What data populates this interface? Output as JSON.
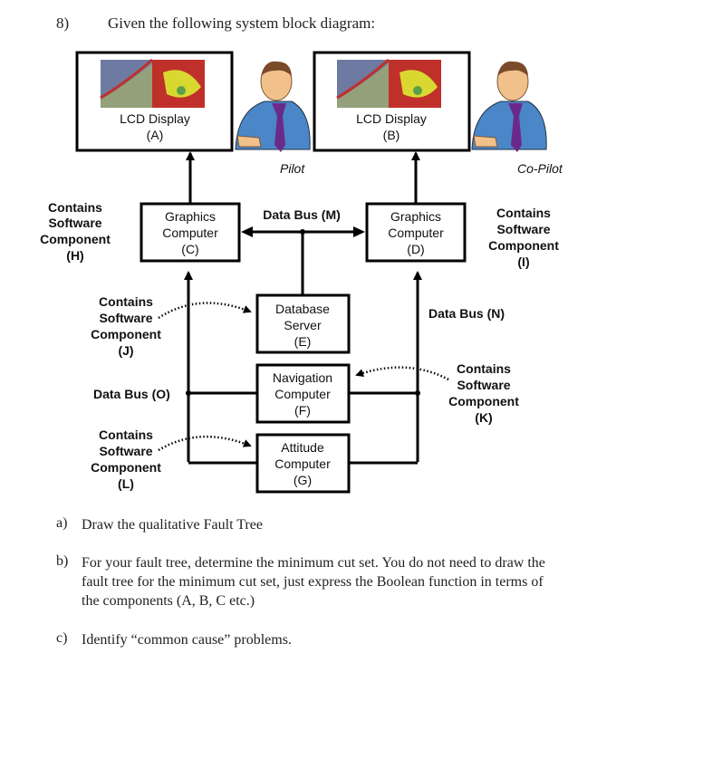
{
  "question": {
    "number": "8)",
    "title": "Given the following system block diagram:"
  },
  "diagram": {
    "lcd_a": [
      "LCD Display",
      "(A)"
    ],
    "lcd_b": [
      "LCD Display",
      "(B)"
    ],
    "pilot": "Pilot",
    "copilot": "Co-Pilot",
    "graphics_c": [
      "Graphics",
      "Computer",
      "(C)"
    ],
    "graphics_d": [
      "Graphics",
      "Computer",
      "(D)"
    ],
    "bus_m": "Data Bus (M)",
    "bus_n": "Data Bus (N)",
    "bus_o": "Data Bus (O)",
    "database_e": [
      "Database",
      "Server",
      "(E)"
    ],
    "navigation_f": [
      "Navigation",
      "Computer",
      "(F)"
    ],
    "attitude_g": [
      "Attitude",
      "Computer",
      "(G)"
    ],
    "sw_h": [
      "Contains",
      "Software",
      "Component",
      "(H)"
    ],
    "sw_i": [
      "Contains",
      "Software",
      "Component",
      "(I)"
    ],
    "sw_j": [
      "Contains",
      "Software",
      "Component",
      "(J)"
    ],
    "sw_k": [
      "Contains",
      "Software",
      "Component",
      "(K)"
    ],
    "sw_l": [
      "Contains",
      "Software",
      "Component",
      "(L)"
    ]
  },
  "parts": [
    {
      "letter": "a)",
      "text": "Draw the qualitative Fault Tree"
    },
    {
      "letter": "b)",
      "lines": [
        "For your fault tree, determine the minimum cut set.  You do not need to draw the",
        "fault tree for the minimum cut set, just express the Boolean function in terms of",
        "the components (A, B, C etc.)"
      ]
    },
    {
      "letter": "c)",
      "text": "Identify “common cause” problems."
    }
  ],
  "colors": {
    "line": "#000000",
    "screen_red": "#c0302a",
    "screen_yellow": "#d9d830",
    "shirt": "#4a86c8",
    "tie": "#6b2a8a",
    "skin": "#f2c08a"
  }
}
